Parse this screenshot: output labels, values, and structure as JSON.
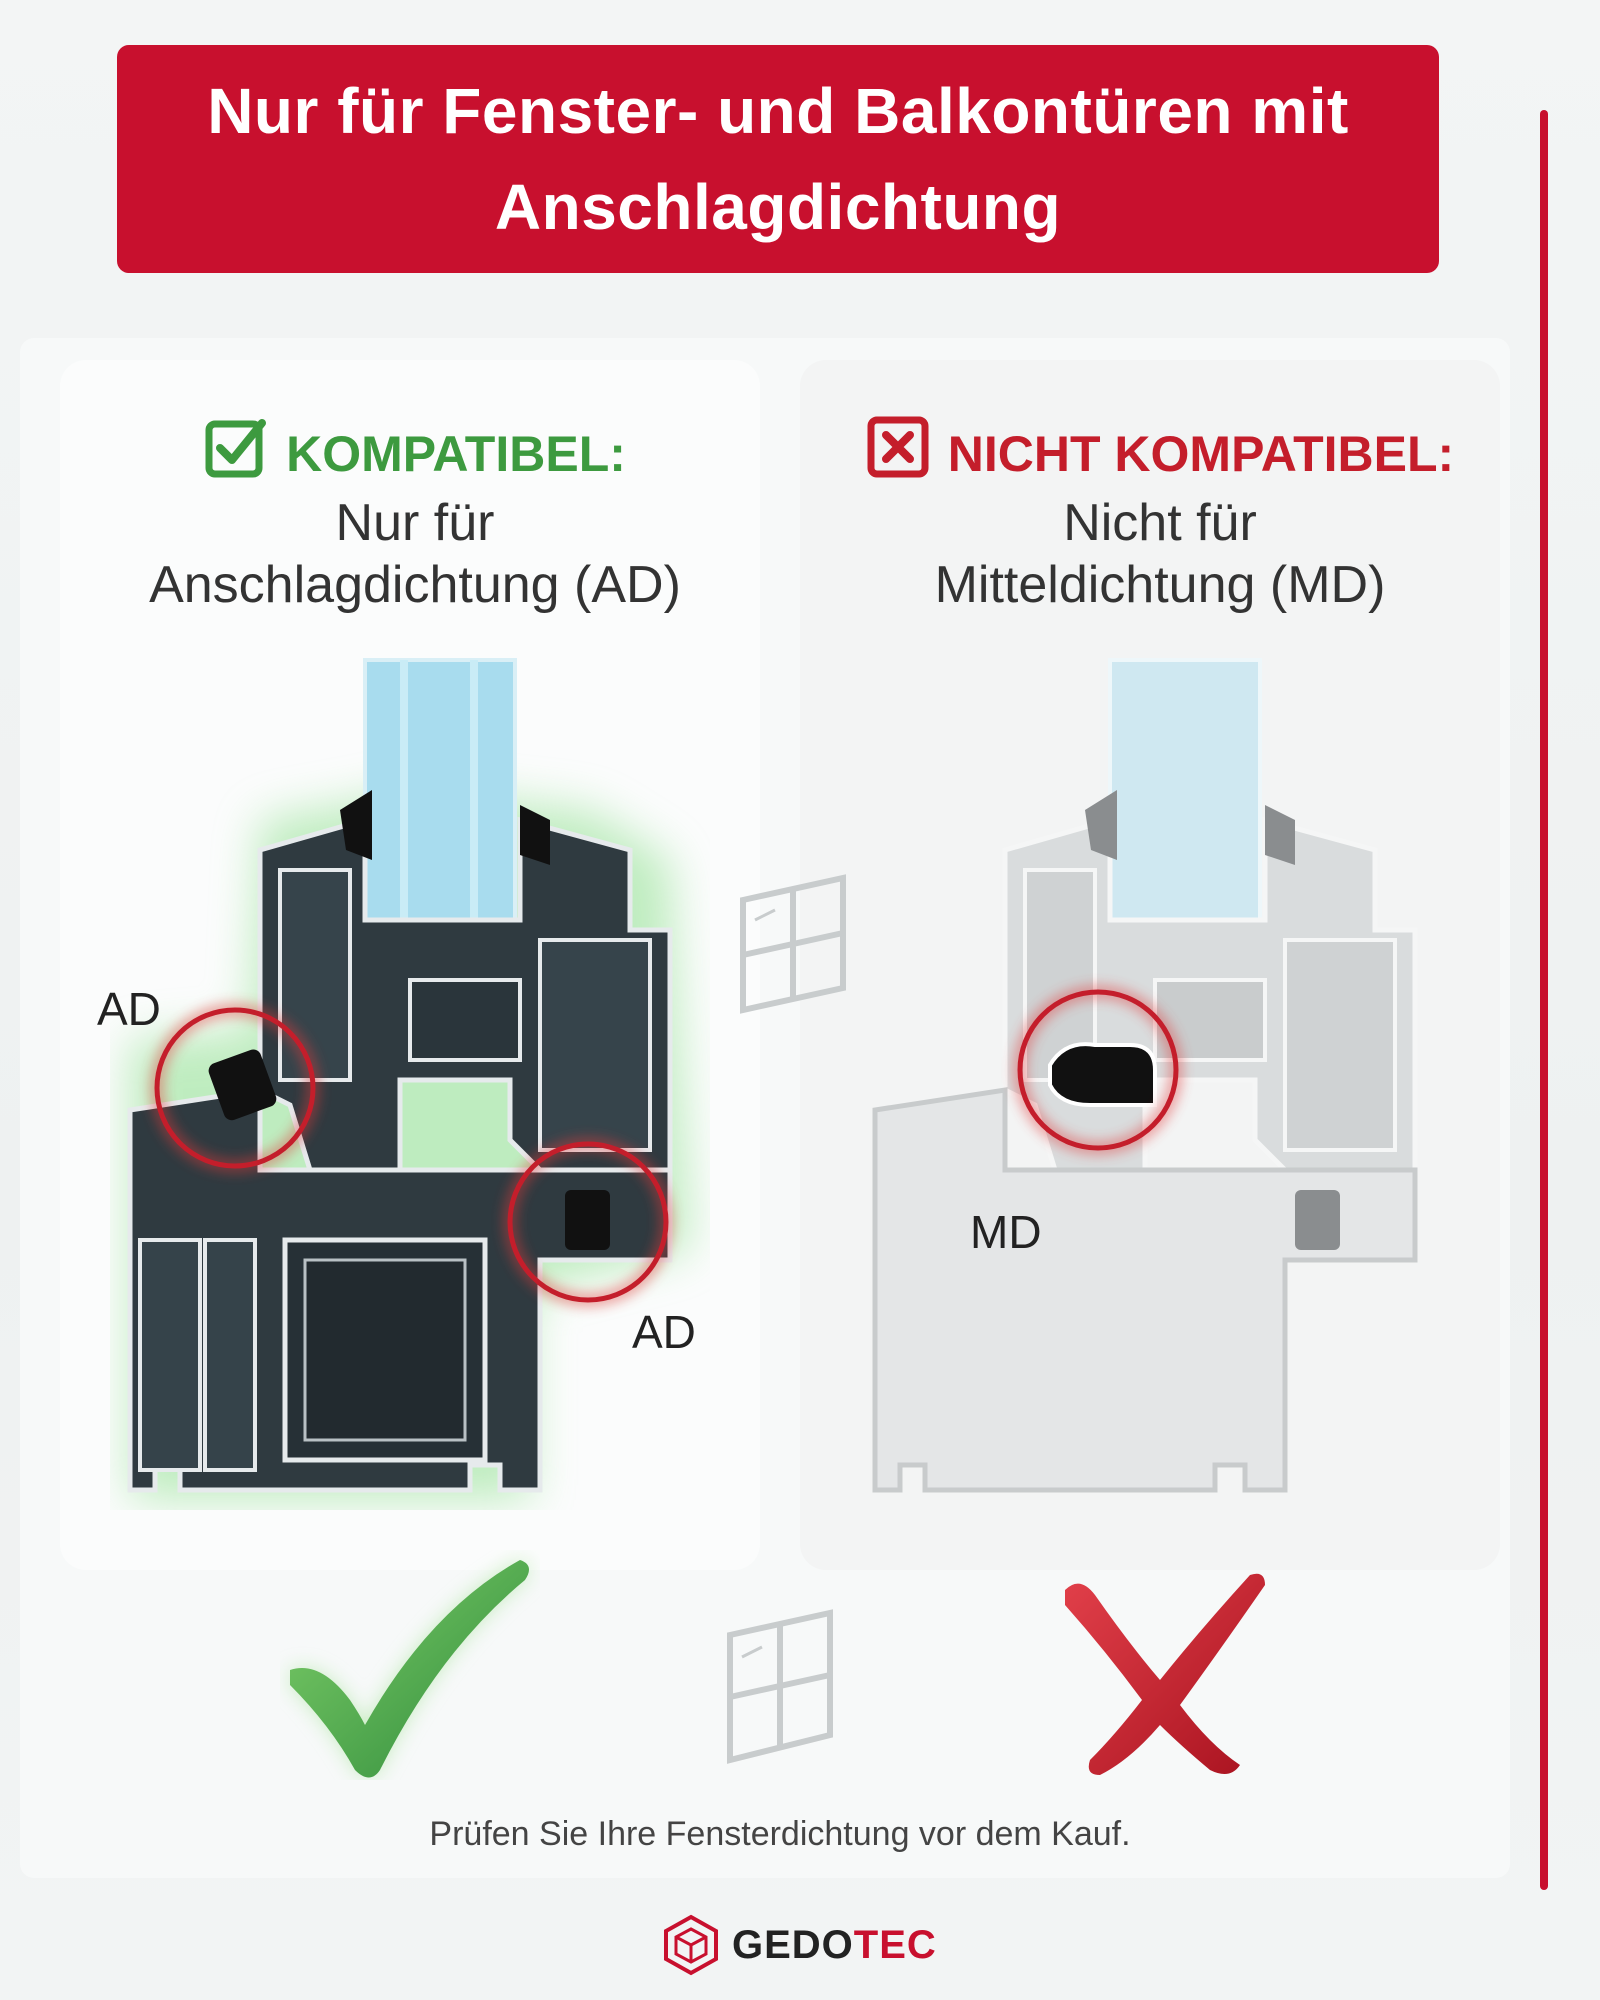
{
  "banner": {
    "title": "Nur für Fenster- und Balkontüren mit Anschlagdichtung"
  },
  "left_panel": {
    "status": "KOMPATIBEL:",
    "subtitle_line1": "Nur für",
    "subtitle_line2": "Anschlagdichtung (AD)",
    "labels": [
      "AD",
      "AD"
    ],
    "status_color": "#3d9a3f",
    "icon": "checkbox-check-icon"
  },
  "right_panel": {
    "status": "NICHT KOMPATIBEL:",
    "subtitle_line1": "Nicht für",
    "subtitle_line2": "Mitteldichtung (MD)",
    "labels": [
      "MD"
    ],
    "status_color": "#c41e2b",
    "icon": "checkbox-x-icon"
  },
  "footnote": "Prüfen Sie Ihre Fensterdichtung vor dem Kauf.",
  "brand": {
    "part1": "GEDO",
    "part2": "TEC"
  },
  "colors": {
    "accent": "#c8102e",
    "ok": "#3d9a3f",
    "bad": "#c41e2b",
    "profile": "#2f3a40",
    "glass": "#a8dcee"
  }
}
